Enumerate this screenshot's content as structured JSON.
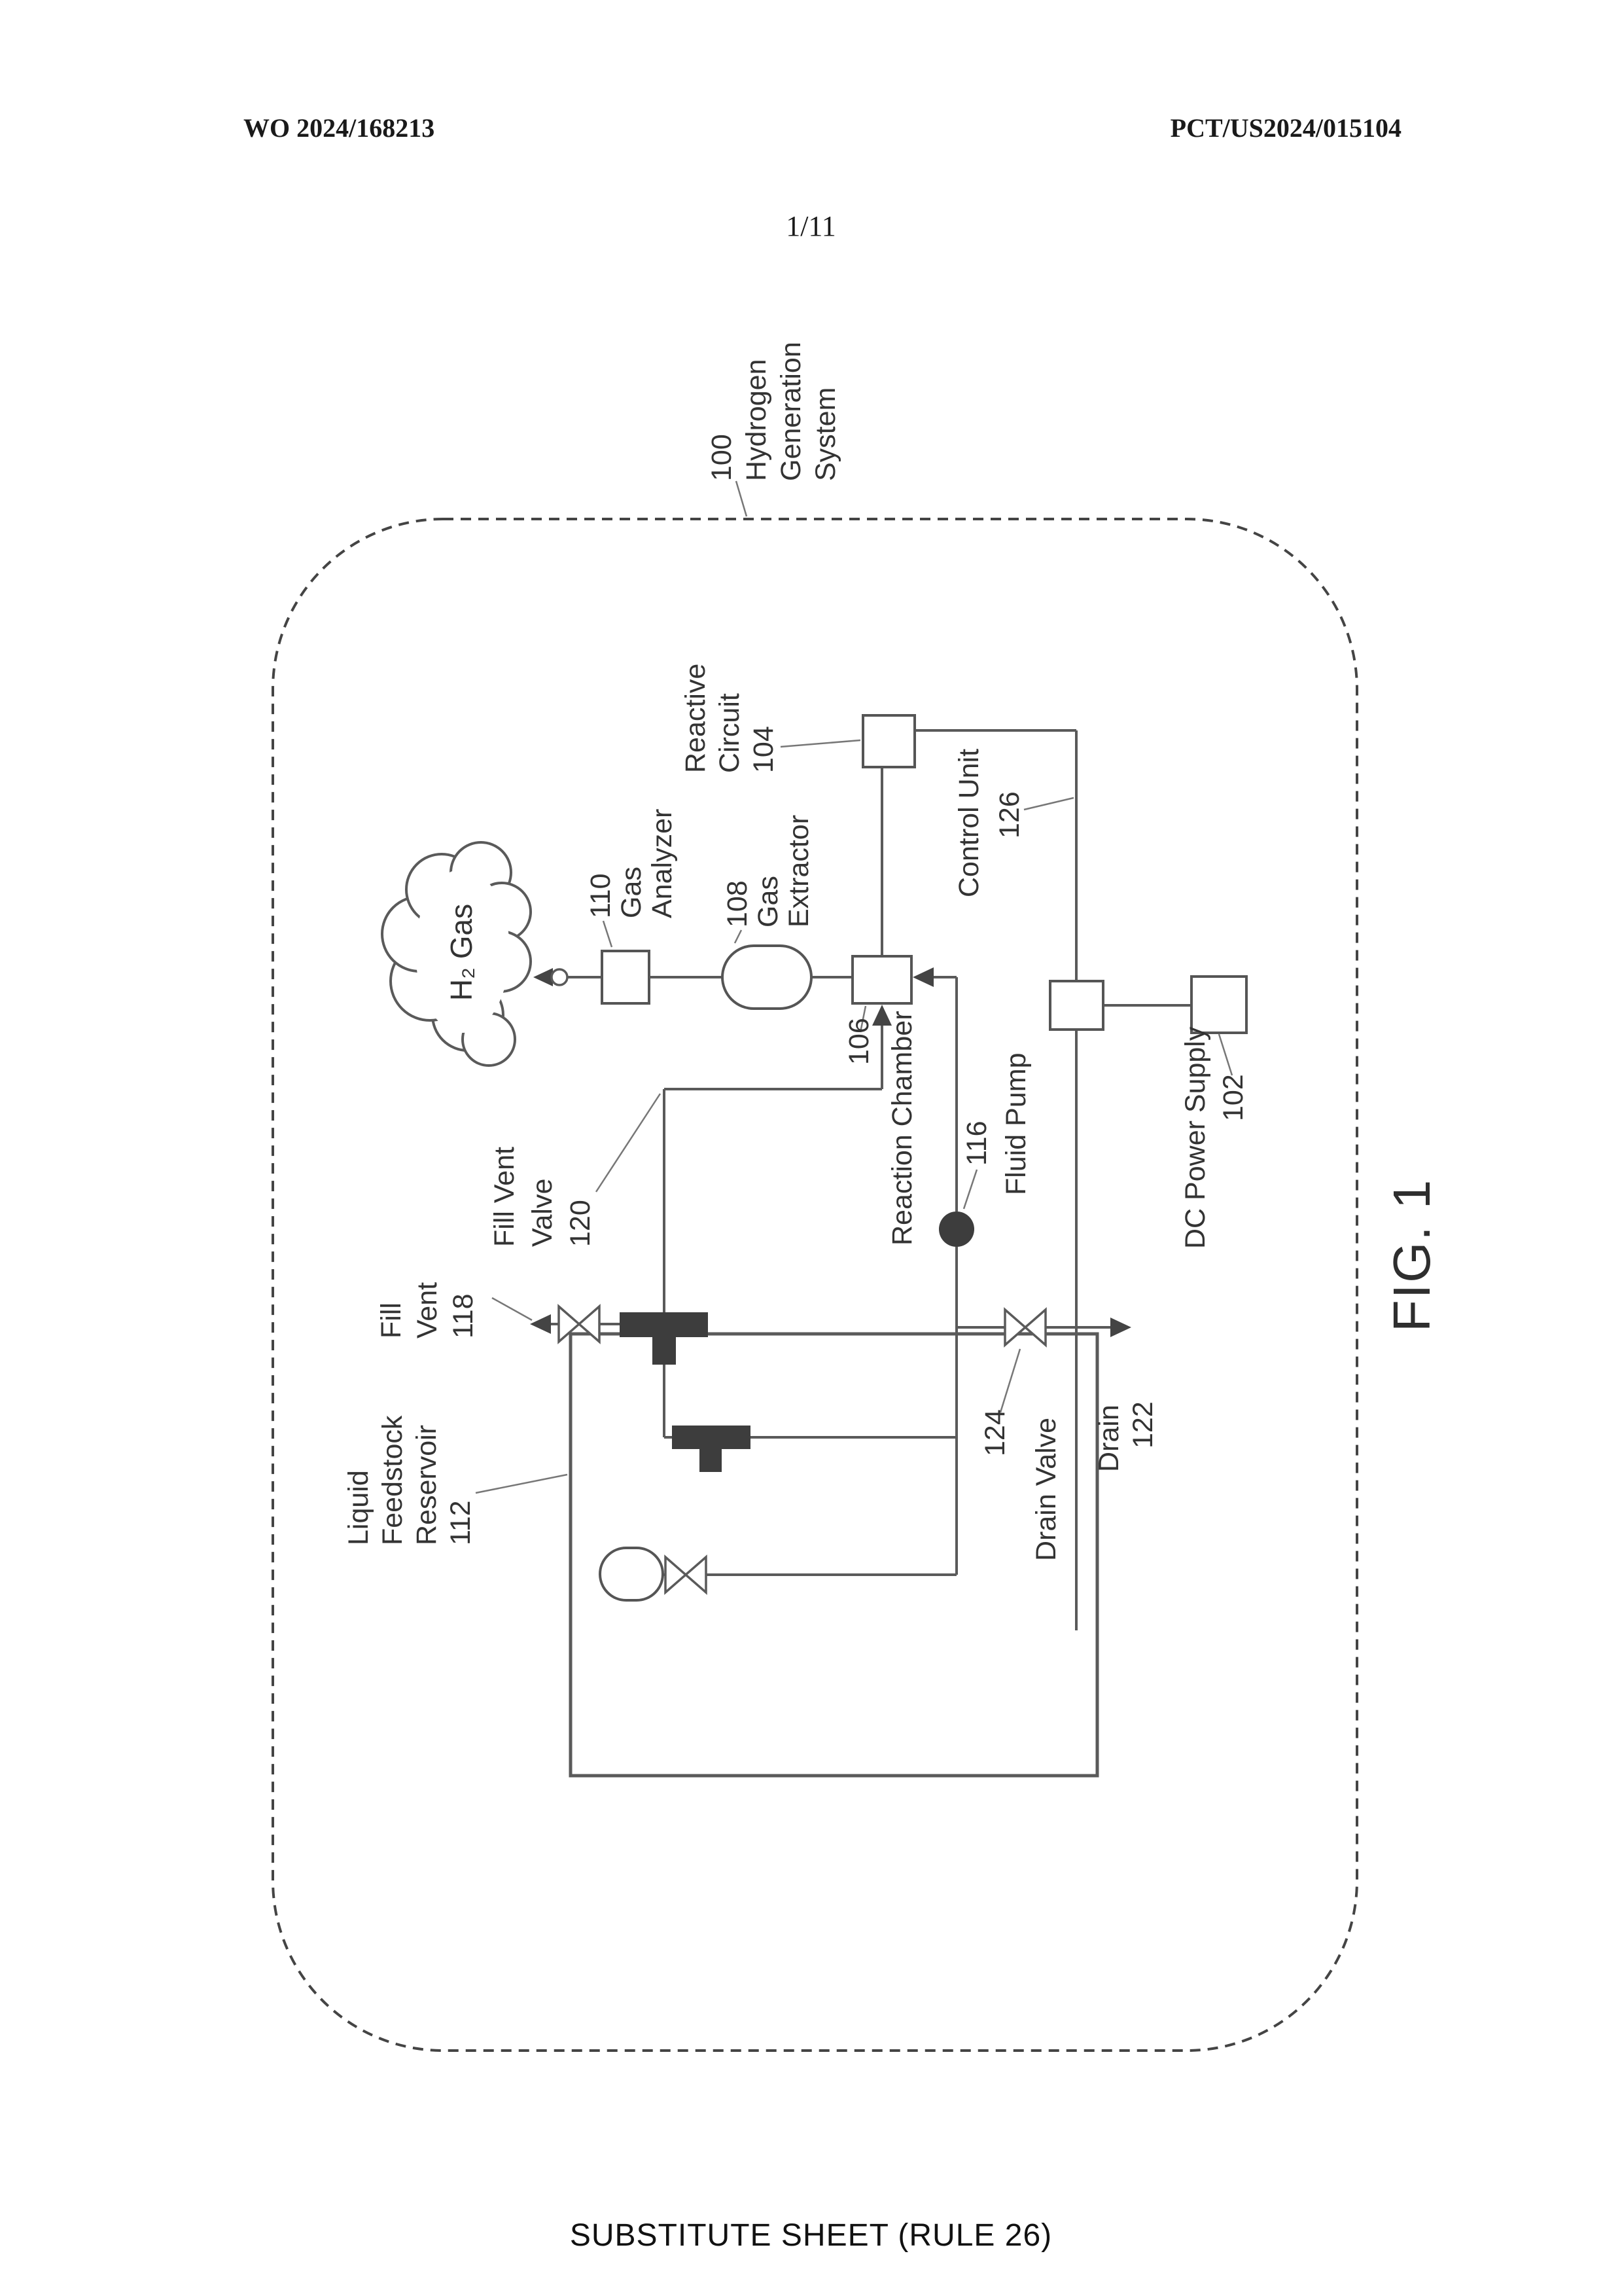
{
  "header": {
    "left": "WO 2024/168213",
    "right": "PCT/US2024/015104",
    "page_indicator": "1/11"
  },
  "footer": {
    "text": "SUBSTITUTE SHEET (RULE 26)"
  },
  "figure": {
    "caption": "FIG. 1",
    "cloud_label": "H₂ Gas",
    "labels": {
      "system": {
        "lines": [
          "100",
          "Hydrogen",
          "Generation",
          "System"
        ]
      },
      "reactive_circuit": {
        "lines": [
          "Reactive",
          "Circuit",
          "104"
        ]
      },
      "gas_analyzer": {
        "lines": [
          "110",
          "Gas",
          "Analyzer"
        ]
      },
      "gas_extractor": {
        "lines": [
          "108",
          "Gas",
          "Extractor"
        ]
      },
      "reaction_chamber": {
        "ref": "106",
        "name": "Reaction Chamber"
      },
      "control_unit": {
        "name": "Control Unit",
        "ref": "126"
      },
      "fluid_pump": {
        "ref": "116",
        "name": "Fluid Pump"
      },
      "dc_power_supply": {
        "name": "DC Power Supply",
        "ref": "102"
      },
      "reservoir": {
        "lines": [
          "Liquid",
          "Feedstock",
          "Reservoir",
          "112"
        ]
      },
      "fill_vent": {
        "lines": [
          "Fill",
          "Vent",
          "118"
        ]
      },
      "fill_vent_valve": {
        "lines": [
          "Fill Vent",
          "Valve",
          "120"
        ]
      },
      "drain_valve": {
        "ref": "124",
        "name": "Drain Valve"
      },
      "drain": {
        "lines": [
          "Drain",
          "122"
        ]
      }
    }
  },
  "colors": {
    "ink": "#333333",
    "line_gray": "#5a5a5a",
    "fitting_dark": "#3d3d3d"
  }
}
